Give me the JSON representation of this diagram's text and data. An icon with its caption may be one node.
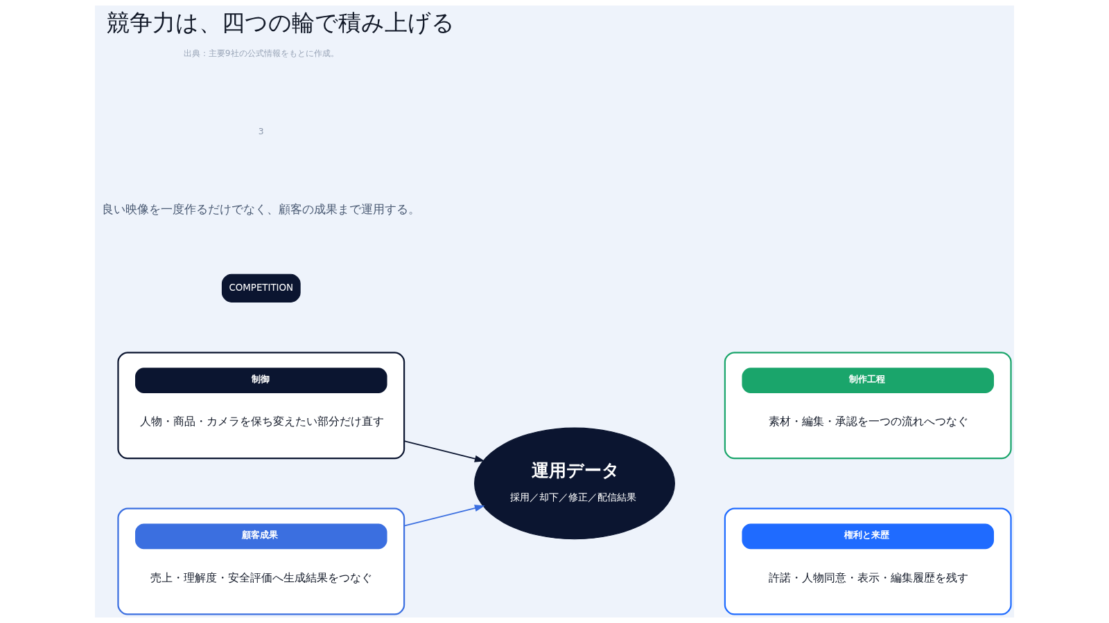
{
  "diagram": {
    "title": "競争力は、四つの輪で積み上げる",
    "nodes": [
      {
        "text": [
          "制御",
          "人物・商品・カメラを保ち変えたい部分だけ直す"
        ]
      },
      {
        "text": [
          "制作工程",
          "素材・編集・承認を一つの流れへつなぐ"
        ]
      },
      {
        "text": [
          "運用データ",
          "採用／却下／修正／配信結果"
        ]
      },
      {
        "text": [
          "顧客成果",
          "売上・理解度・安全評価へ生成結果をつなぐ"
        ]
      },
      {
        "text": [
          "権利と来歴",
          "許諾・人物同意・表示・編集履歴を残す"
        ]
      }
    ],
    "edges": [
      {
        "from": 0,
        "to": 2,
        "arrow": "to"
      },
      {
        "from": 3,
        "to": 2,
        "arrow": "to",
        "color": "#3b6fe0"
      }
    ],
    "labels": [
      "COMPETITION",
      "良い映像を一度作るだけでなく、顧客の成果まで運用する。",
      "3",
      "出典：主要9社の公式情報をもとに作成。"
    ]
  }
}
